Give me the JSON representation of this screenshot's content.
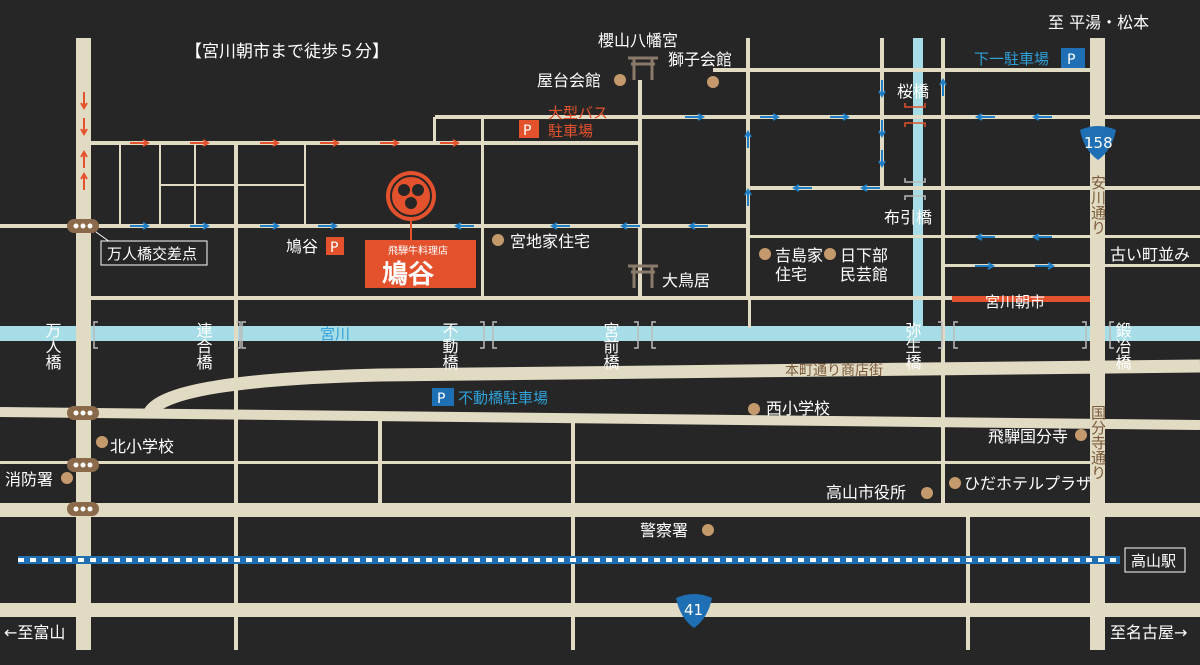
{
  "header": {
    "walk_note": "【宮川朝市まで徒歩５分】",
    "to_hirayu": "至 平湯・松本",
    "to_toyama": "←至富山",
    "to_nagoya": "至名古屋→"
  },
  "restaurant": {
    "subtitle": "飛騨牛料理店",
    "name": "鳩谷",
    "parking_label": "鳩谷"
  },
  "parking": {
    "symbol": "P",
    "bus": [
      "大型バス",
      "駐車場"
    ],
    "shimoichi": "下一駐車場",
    "fudobashi": "不動橋駐車場"
  },
  "landmarks": {
    "sakurayama": "櫻山八幡宮",
    "shishi": "獅子会館",
    "yatai": "屋台会館",
    "miyaji": "宮地家住宅",
    "otorii": "大鳥居",
    "yoshijima": [
      "吉島家",
      "住宅"
    ],
    "kusakabe": [
      "日下部",
      "民芸館"
    ],
    "furui": "古い町並み",
    "asaichi": "宮川朝市",
    "nishi_school": "西小学校",
    "kita_school": "北小学校",
    "fire": "消防署",
    "kokubunji": "飛騨国分寺",
    "city_hall": "高山市役所",
    "hotel": "ひだホテルプラザ",
    "police": "警察署",
    "station": "高山駅",
    "manninbashi_crossing": "万人橋交差点"
  },
  "bridges": {
    "sakura": "桜橋",
    "nunobiki": "布引橋",
    "mannin": "万人橋",
    "rengo": "連合橋",
    "fudo": "不動橋",
    "miyamae": "宮前橋",
    "yayoi": "弥生橋",
    "kaji": "鍛冶橋"
  },
  "streets": {
    "miyagawa": "宮川",
    "honmachi": "本町通り商店街",
    "yasugawa": "安川通り",
    "kokubunji": "国分寺通り"
  },
  "routes": {
    "r158": "158",
    "r41": "41"
  },
  "colors": {
    "background": "#262626",
    "road": "#e2dbc3",
    "river": "#a6dde6",
    "accent_red": "#e4522d",
    "accent_blue": "#1f7fc6"
  }
}
